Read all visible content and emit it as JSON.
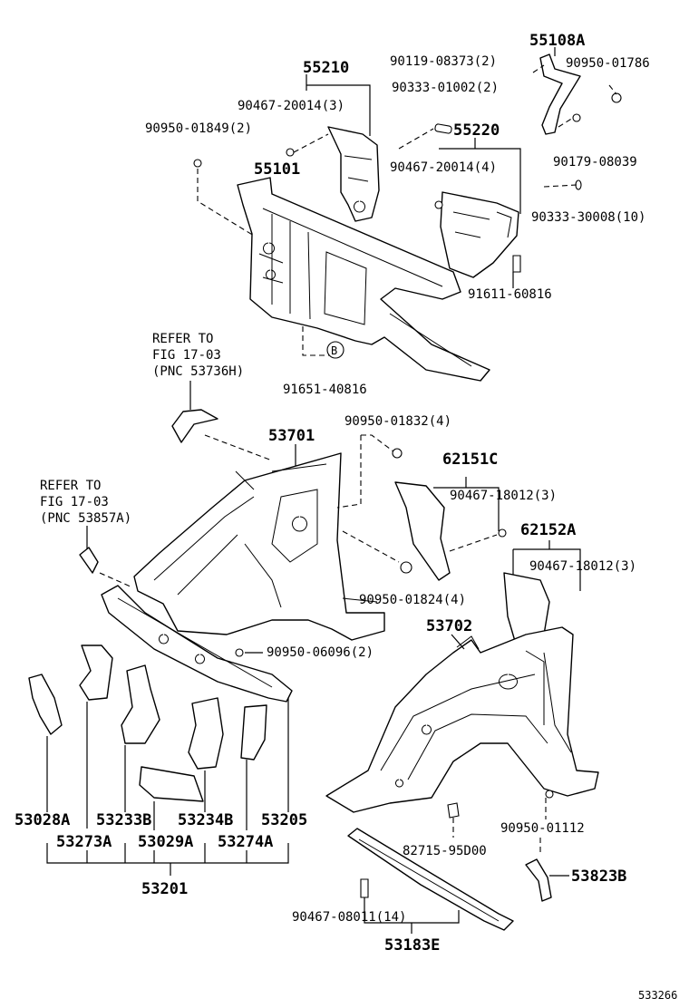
{
  "labels": {
    "p55210": "55210",
    "p90467_20014_3": "90467-20014(3)",
    "p90950_01849": "90950-01849(2)",
    "p55101": "55101",
    "p90119": "90119-08373(2)",
    "p55108A": "55108A",
    "p90950_01786": "90950-01786",
    "p90333_01002": "90333-01002(2)",
    "p55220": "55220",
    "p90467_20014_4": "90467-20014(4)",
    "p90179": "90179-08039",
    "p90333_30008": "90333-30008(10)",
    "p91611": "91611-60816",
    "p91651": "91651-40816",
    "circle_b": "B",
    "refer1_l1": "REFER TO",
    "refer1_l2": "FIG 17-03",
    "refer1_l3": "(PNC 53736H)",
    "p90950_01832": "90950-01832(4)",
    "p53701": "53701",
    "p62151C": "62151C",
    "p90467_18012_a": "90467-18012(3)",
    "refer2_l1": "REFER TO",
    "refer2_l2": "FIG 17-03",
    "refer2_l3": "(PNC 53857A)",
    "p62152A": "62152A",
    "p90467_18012_b": "90467-18012(3)",
    "p90950_01824": "90950-01824(4)",
    "p53702": "53702",
    "p90950_06096": "90950-06096(2)",
    "p53028A": "53028A",
    "p53233B": "53233B",
    "p53234B": "53234B",
    "p53205": "53205",
    "p53273A": "53273A",
    "p53029A": "53029A",
    "p53274A": "53274A",
    "p53201": "53201",
    "p90950_01112": "90950-01112",
    "p82715": "82715-95D00",
    "p53823B": "53823B",
    "p90467_08011": "90467-08011(14)",
    "p53183E": "53183E",
    "illustration_id": "533266"
  }
}
